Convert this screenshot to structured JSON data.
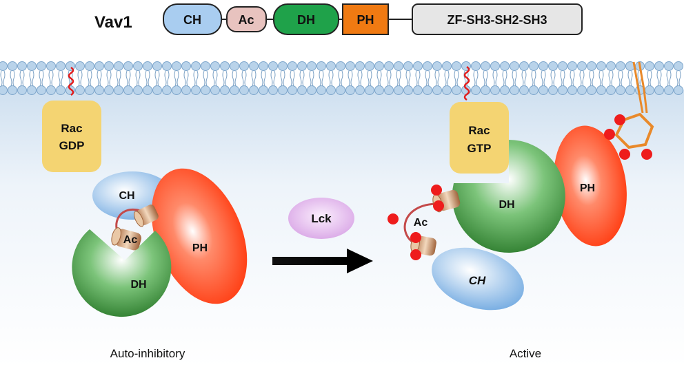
{
  "protein_name": "Vav1",
  "domain_bar": {
    "ch": "CH",
    "ac": "Ac",
    "dh": "DH",
    "ph": "PH",
    "tail": "ZF-SH3-SH2-SH3"
  },
  "left_state": {
    "rac_line1": "Rac",
    "rac_line2": "GDP",
    "ch": "CH",
    "ac": "Ac",
    "dh": "DH",
    "ph": "PH",
    "caption": "Auto-inhibitory"
  },
  "kinase": "Lck",
  "right_state": {
    "rac_line1": "Rac",
    "rac_line2": "GTP",
    "ch": "CH",
    "ac": "Ac",
    "dh": "DH",
    "ph": "PH",
    "caption": "Active"
  },
  "colors": {
    "ch": "#a9cdf0",
    "ac": "#e8c3bf",
    "dh": "#1fa24a",
    "ph": "#f07a12",
    "tail": "#e6e6e6",
    "rac": "#f4d472",
    "lck": "#dcb0e6",
    "membrane": "#b9d3ea",
    "phospho": "#ee1c1c"
  }
}
